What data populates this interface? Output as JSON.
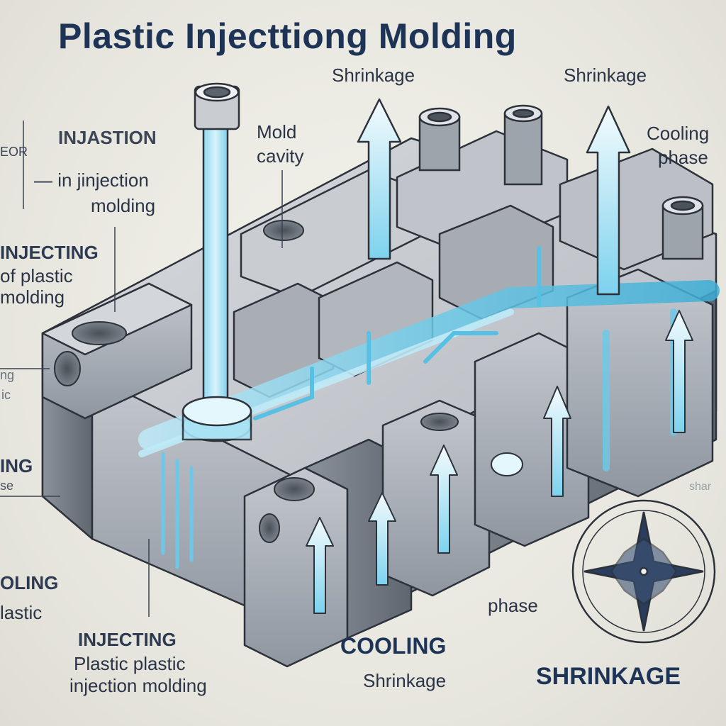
{
  "title": "Plastic Injecttiong Molding",
  "labels": {
    "shrinkage_top_1": "Shrinkage",
    "shrinkage_top_2": "Shrinkage",
    "injastion": "INJASTION",
    "eor": "EOR",
    "jinjection_1": "— in jinjection",
    "jinjection_2": "molding",
    "mold_cavity_1": "Mold",
    "mold_cavity_2": "cavity",
    "cooling_phase_1": "Cooling",
    "cooling_phase_2": "phase",
    "injecting_left_1": "INJECTING",
    "injecting_left_2": "of plastic",
    "injecting_left_3": "molding",
    "left_ng": "ng",
    "left_ic": "ic",
    "left_ing": "ING",
    "left_se": "se",
    "cooling_left_1": "OLING",
    "cooling_left_2": "lastic",
    "injecting_bottom_1": "INJECTING",
    "injecting_bottom_2": "Plastic plastic",
    "injecting_bottom_3": "injection molding",
    "cooling_bottom_1": "COOLING",
    "cooling_bottom_2": "Shrinkage",
    "phase_right": "phase",
    "shrinkage_bottom_right": "SHRINKAGE",
    "shar_right": "shar"
  },
  "colors": {
    "background": "#ecebe4",
    "steel_light": "#b7bcc3",
    "steel_mid": "#9199a3",
    "steel_dark": "#6d747d",
    "outline": "#2d323a",
    "plastic_flow": "#7fd3ee",
    "text_dark": "#1d3456"
  },
  "icons": [
    "compass-rose-icon",
    "up-arrow-icon",
    "nozzle-icon"
  ]
}
